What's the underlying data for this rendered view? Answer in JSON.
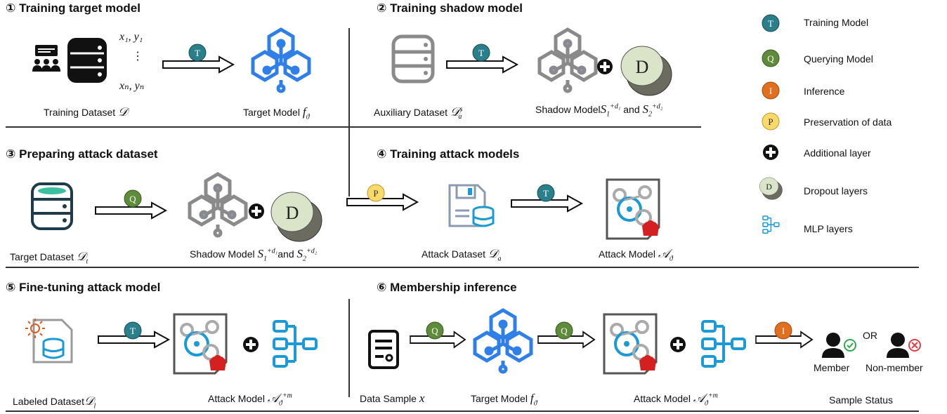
{
  "colors": {
    "training": "#2a7f8a",
    "querying": "#5f8c3a",
    "inference": "#e07020",
    "preservation": "#f8d96a",
    "hex_blue": "#2f7fe8",
    "hex_gray": "#8a8a8a",
    "dropout_fill": "#d9e4c8",
    "dropout_shadow": "#6b6b60",
    "mlp_blue": "#1a9ad6",
    "check_green": "#2fa84f",
    "cross_red": "#e0404a"
  },
  "steps": {
    "s1": {
      "title": "① Training target model",
      "dataset_label": "Training Dataset",
      "model_label": "Target Model",
      "samples_top": "x₁, y₁",
      "samples_dots": "⋮",
      "samples_bottom": "xₙ, yₙ"
    },
    "s2": {
      "title": "② Training shadow model",
      "dataset_label": "Auxiliary Dataset",
      "model_label": "Shadow Model",
      "and": "and"
    },
    "s3": {
      "title": "③ Preparing attack dataset",
      "dataset_label": "Target Dataset",
      "model_label": "Shadow Model",
      "and": "and"
    },
    "s4": {
      "title": "④ Training attack models",
      "dataset_label": "Attack Dataset",
      "model_label": "Attack Model"
    },
    "s5": {
      "title": "⑤ Fine-tuning attack model",
      "dataset_label": "Labeled Dataset",
      "model_label": "Attack Model"
    },
    "s6": {
      "title": "⑥ Membership inference",
      "sample_label": "Data Sample",
      "target_label": "Target Model",
      "attack_label": "Attack Model",
      "status_label": "Sample Status",
      "member": "Member",
      "or": "OR",
      "non_member": "Non-member"
    }
  },
  "badges": {
    "training": "T",
    "querying": "Q",
    "inference": "I",
    "preservation": "P",
    "dropout": "D"
  },
  "legend": [
    {
      "icon": "training-badge-icon",
      "label": "Training Model"
    },
    {
      "icon": "querying-badge-icon",
      "label": "Querying Model"
    },
    {
      "icon": "inference-badge-icon",
      "label": "Inference"
    },
    {
      "icon": "preservation-badge-icon",
      "label": "Preservation of data"
    },
    {
      "icon": "additional-layer-icon",
      "label": "Additional layer"
    },
    {
      "icon": "dropout-layer-icon",
      "label": "Dropout layers"
    },
    {
      "icon": "mlp-layer-icon",
      "label": "MLP layers"
    }
  ]
}
